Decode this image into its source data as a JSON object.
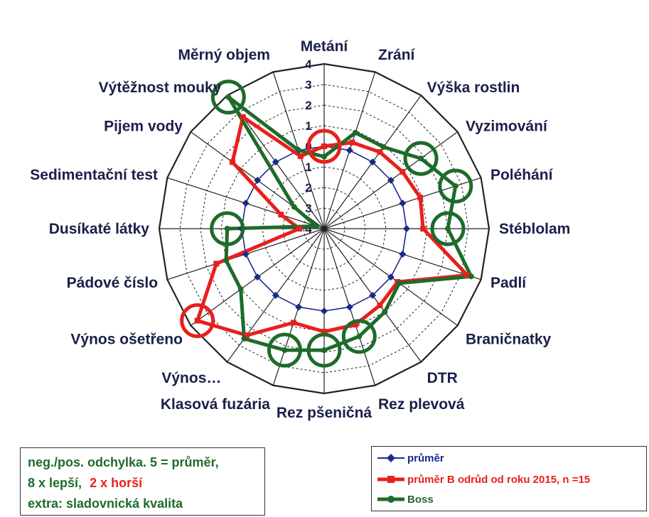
{
  "chart_data": {
    "type": "radar",
    "title": "",
    "rlim": [
      -4,
      4
    ],
    "tick_labels": [
      "4",
      "3",
      "2",
      "1",
      "0",
      "1",
      "2",
      "3",
      "4"
    ],
    "categories": [
      "Metání",
      "Zrání",
      "Výška rostlin",
      "Vyzimování",
      "Poléhání",
      "Stéblolam",
      "Padlí",
      "Braničnatky",
      "DTR",
      "Rez plevová",
      "Rez pšeničná",
      "Klasová fuzária",
      "Výnos…",
      "Výnos ošetřeno",
      "Pádové číslo",
      "Dusíkaté látky",
      "Sedimentační test",
      "Pijem vody",
      "Výtěžnost mouky",
      "Měrný objem"
    ],
    "series": [
      {
        "name": "průměr",
        "color": "#1a2a8a",
        "marker": "diamond",
        "values": [
          0,
          0,
          0,
          0,
          0,
          0,
          0,
          0,
          0,
          0,
          0,
          0,
          0,
          0,
          0,
          0,
          0,
          0,
          0,
          0
        ]
      },
      {
        "name": "průměr B odrůd od roku 2015, n =15",
        "color": "#e8201c",
        "marker": "square",
        "values": [
          0,
          0.4,
          0.6,
          0.7,
          0.9,
          0.8,
          3.3,
          0.4,
          0.6,
          0.9,
          1.0,
          0.8,
          2.4,
          3.6,
          1.5,
          -2.8,
          -1.8,
          1.5,
          2.7,
          -0.3
        ]
      },
      {
        "name": "Boss",
        "color": "#1e6b2a",
        "marker": "circle",
        "values": [
          -0.5,
          0.9,
          0.9,
          1.8,
          2.7,
          2.0,
          3.5,
          0.5,
          1.0,
          1.5,
          1.9,
          2.2,
          2.6,
          1.0,
          1.0,
          0.7,
          -3.6,
          -2.2,
          3.9,
          0.0
        ]
      }
    ],
    "highlight_circles": {
      "color": "#1e6b2a",
      "red_color": "#e8201c",
      "green_categories": [
        "Vyzimování",
        "Poléhání",
        "Stéblolam",
        "Rez plevová",
        "Rez pšeničná",
        "Klasová fuzária",
        "Výtěžnost mouky",
        "Dusíkaté látky"
      ],
      "red_categories": [
        "Metání",
        "Výnos ošetřeno"
      ]
    }
  },
  "notes": {
    "line1": "neg./pos. odchylka. 5 = průměr,",
    "line2_better": "8 x lepší,",
    "line2_worse": "2 x horší",
    "line3": "extra: sladovnická kvalita",
    "color_text": "#1e6b2a",
    "color_better": "#1e6b2a",
    "color_worse": "#e8201c"
  },
  "legend": {
    "item1": "průměr",
    "item2": "průměr B odrůd od roku 2015, n =15",
    "item3": "Boss"
  }
}
